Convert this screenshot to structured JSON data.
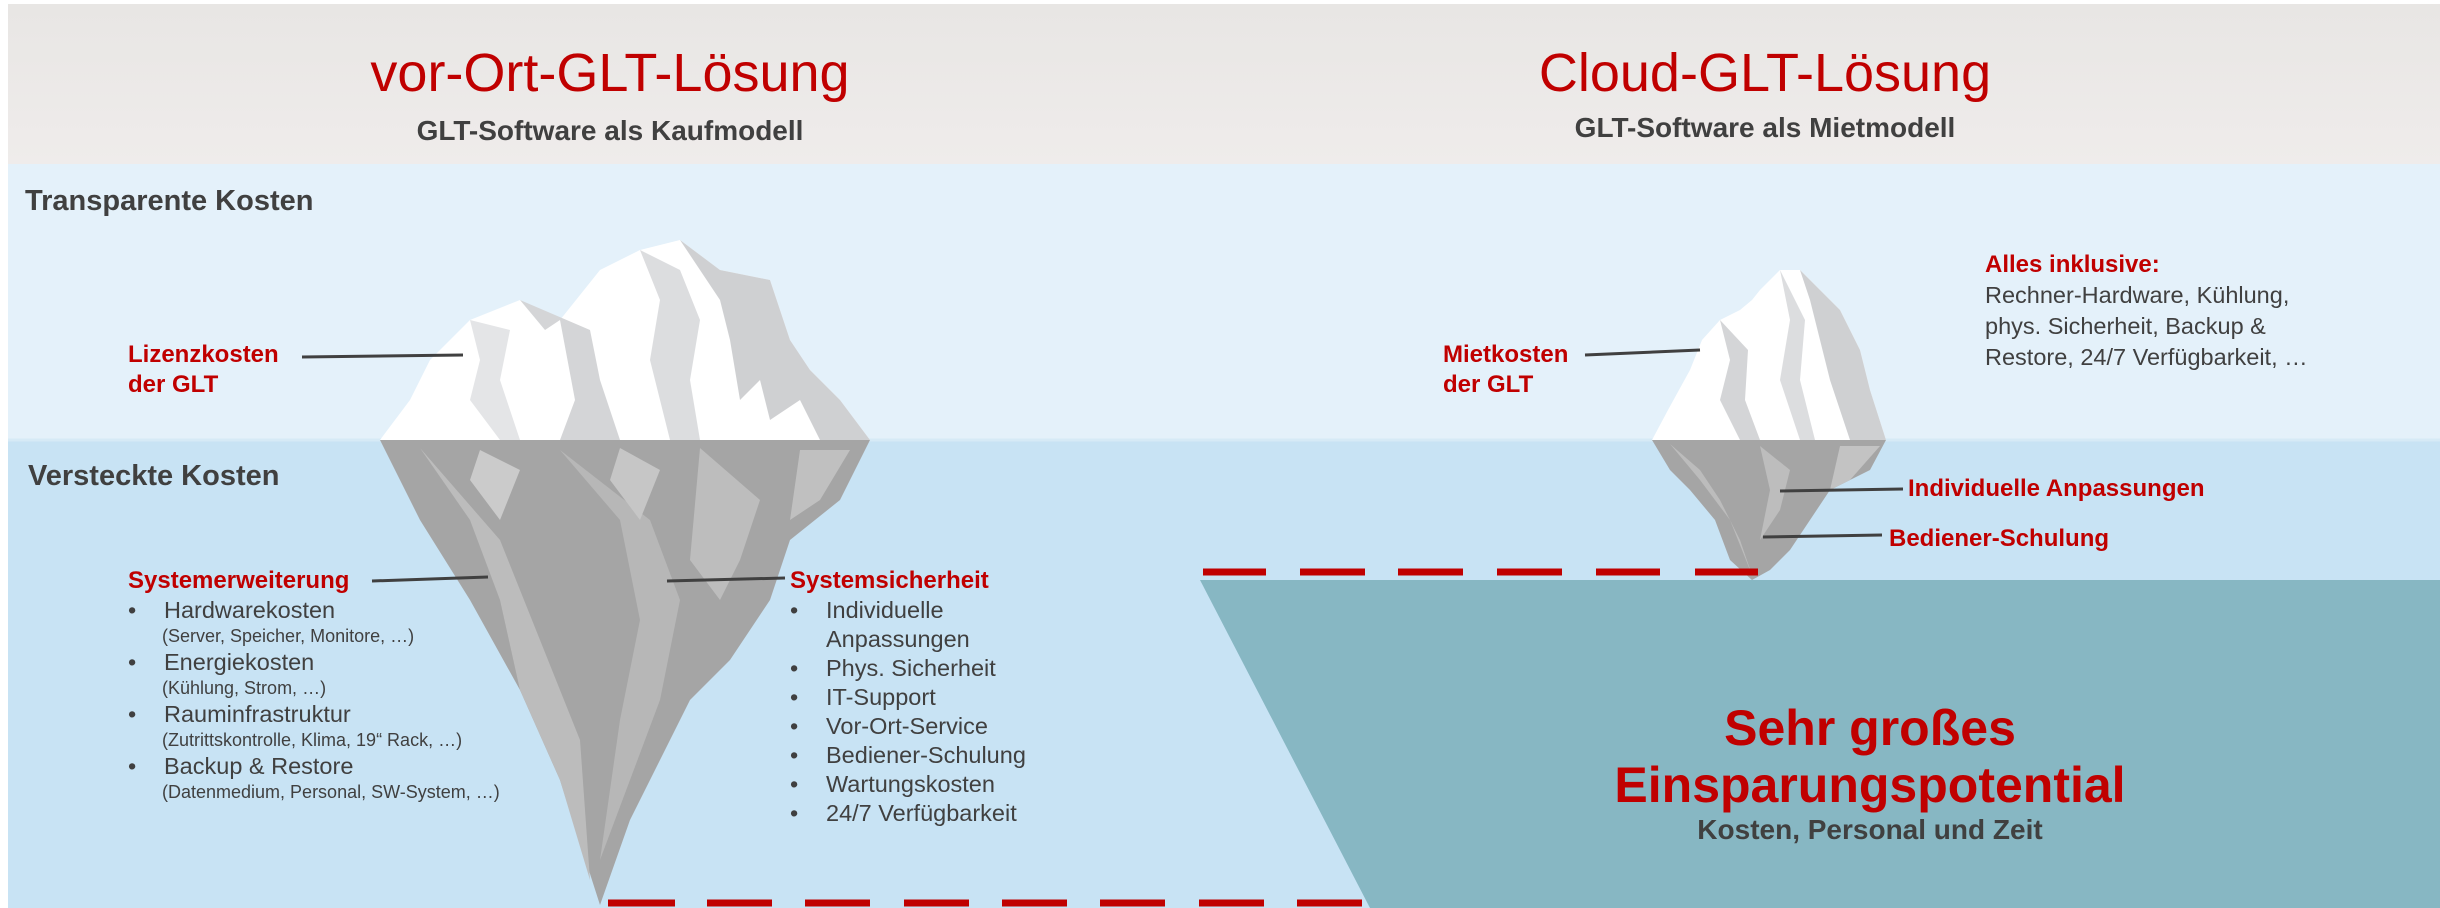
{
  "header": {
    "left_title": "vor-Ort-GLT-Lösung",
    "left_subtitle": "GLT-Software als Kaufmodell",
    "right_title": "Cloud-GLT-Lösung",
    "right_subtitle": "GLT-Software als Mietmodell"
  },
  "sections": {
    "transparent": "Transparente Kosten",
    "hidden": "Versteckte Kosten"
  },
  "left": {
    "license_label_1": "Lizenzkosten",
    "license_label_2": "der GLT",
    "expansion_label": "Systemerweiterung",
    "expansion_items": [
      {
        "title": "Hardwarekosten",
        "detail": "(Server, Speicher, Monitore, …)"
      },
      {
        "title": "Energiekosten",
        "detail": "(Kühlung, Strom, …)"
      },
      {
        "title": "Rauminfrastruktur",
        "detail": "(Zutrittskontrolle, Klima, 19“ Rack, …)"
      },
      {
        "title": "Backup & Restore",
        "detail": "(Datenmedium, Personal, SW-System, …)"
      }
    ],
    "security_label": "Systemsicherheit",
    "security_items": [
      "Individuelle",
      "Anpassungen",
      "Phys. Sicherheit",
      "IT-Support",
      "Vor-Ort-Service",
      "Bediener-Schulung",
      "Wartungskosten",
      "24/7 Verfügbarkeit"
    ]
  },
  "right": {
    "rent_label_1": "Mietkosten",
    "rent_label_2": "der GLT",
    "inclusive_title": "Alles inklusive:",
    "inclusive_lines": [
      "Rechner-Hardware, Kühlung,",
      "phys. Sicherheit, Backup &",
      "Restore, 24/7 Verfügbarkeit, …"
    ],
    "individual_label": "Individuelle Anpassungen",
    "training_label": "Bediener-Schulung"
  },
  "savings": {
    "line1": "Sehr großes",
    "line2": "Einsparungspotential",
    "subline": "Kosten, Personal und Zeit"
  },
  "colors": {
    "accent_red": "#c00000",
    "header_band": "#ebe8e6",
    "sky_band": "#e4f1fa",
    "water": "#c7e3f4",
    "savings_area": "#87b7c3",
    "ice_top": "#ffffff",
    "ice_shadow": "#cfd0d2",
    "ice_body": "#a3a3a3"
  }
}
